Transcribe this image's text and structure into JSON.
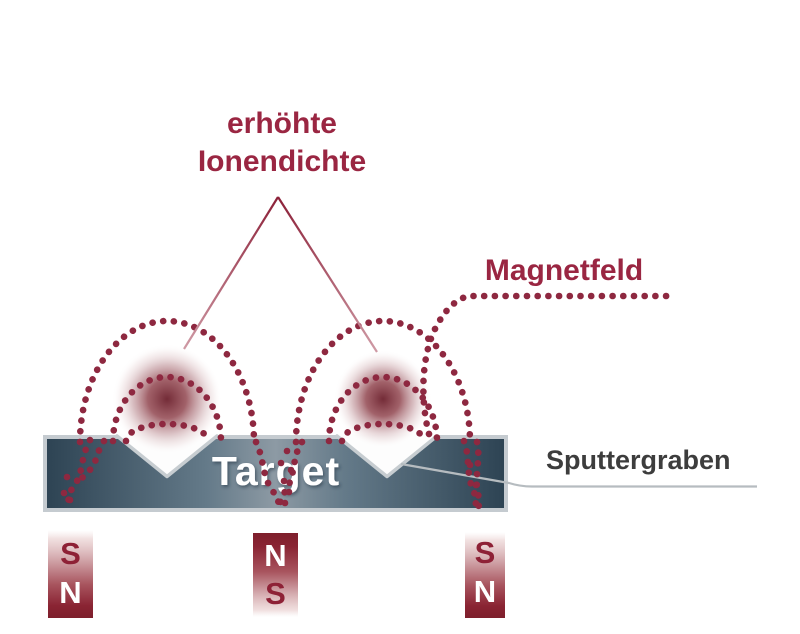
{
  "diagram": {
    "title": {
      "line1": "erhöhte",
      "line2": "Ionendichte"
    },
    "labels": {
      "magnetfeld": "Magnetfeld",
      "sputtergraben": "Sputtergraben",
      "target": "Target"
    },
    "magnets": {
      "left": {
        "top_pole": "S",
        "bottom_pole": "N"
      },
      "center": {
        "top_pole": "N",
        "bottom_pole": "S"
      },
      "right": {
        "top_pole": "S",
        "bottom_pole": "N"
      }
    },
    "colors": {
      "maroon_text": "#9a2642",
      "field_dots": "#8e2840",
      "bar_dark": "#2d4353",
      "bar_light": "#8d9aa4",
      "bar_border": "#c5cbd0",
      "gray_label": "#3d3d3d",
      "leader_line": "#b6bcc0",
      "magnet_dark": "#7e1f2c",
      "glow_center": "#6f2531"
    }
  }
}
